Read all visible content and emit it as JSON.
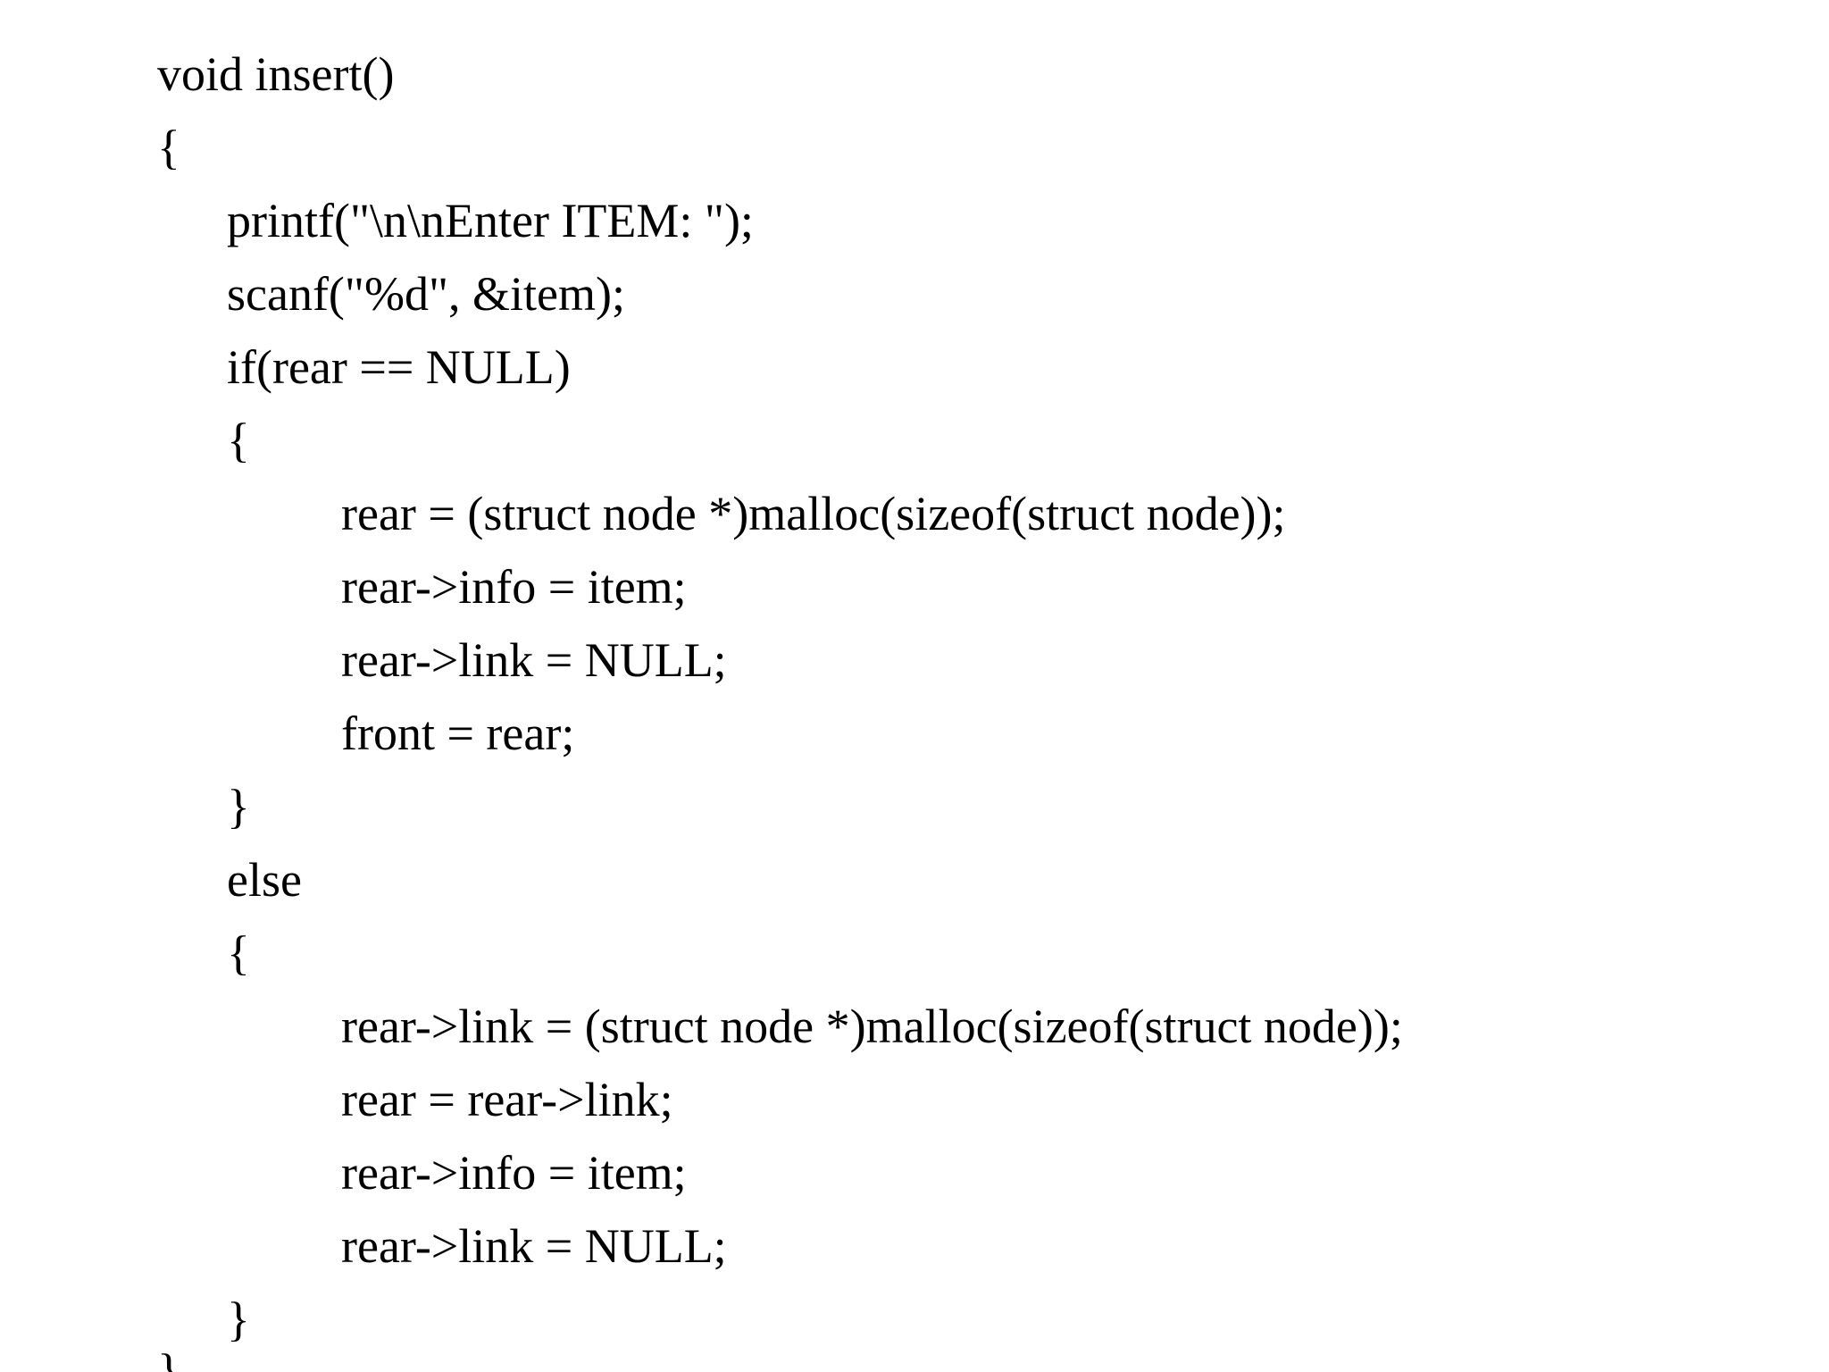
{
  "code": {
    "lines": [
      "void insert()",
      "{",
      "printf(\"\\n\\nEnter ITEM: \");",
      "scanf(\"%d\", &item);",
      "if(rear == NULL)",
      "{",
      "rear = (struct node *)malloc(sizeof(struct node));",
      "rear->info = item;",
      "rear->link = NULL;",
      "front = rear;",
      "}",
      "else",
      "{",
      "rear->link = (struct node *)malloc(sizeof(struct node));",
      "rear = rear->link;",
      "rear->info = item;",
      "rear->link = NULL;",
      "}",
      "}"
    ]
  }
}
